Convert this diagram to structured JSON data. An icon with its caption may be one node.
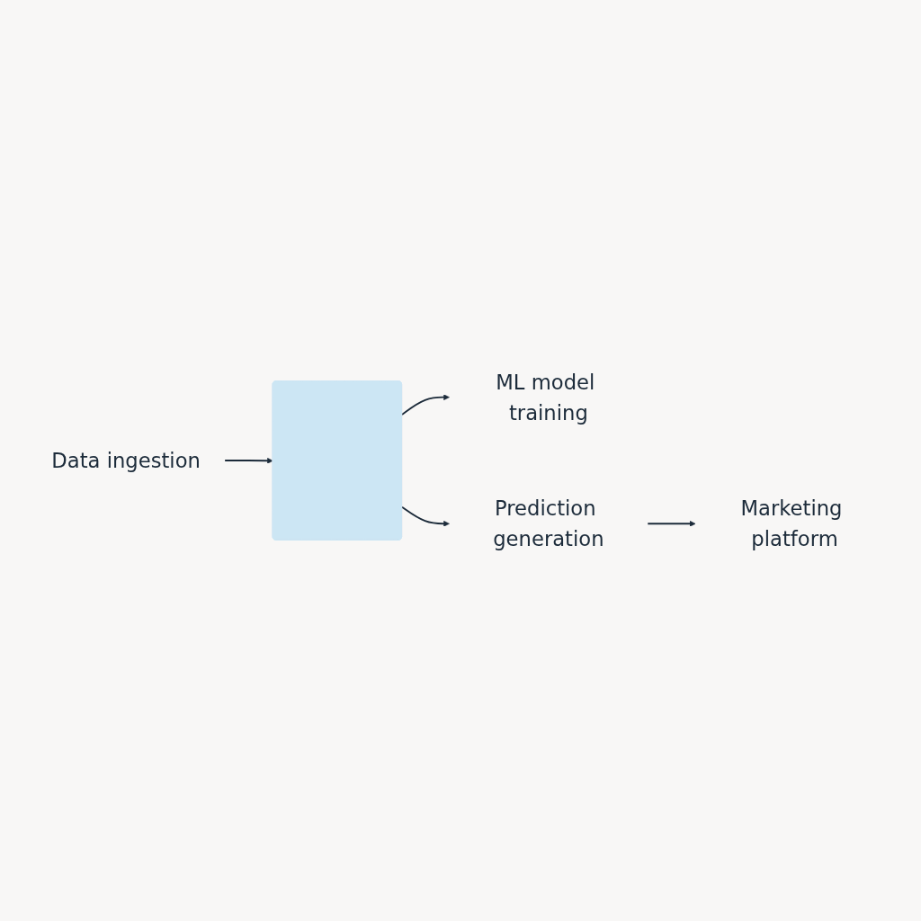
{
  "diagram": {
    "nodes": [
      {
        "text": [
          "Data ingestion"
        ]
      },
      {
        "text": [],
        "shape": "box"
      },
      {
        "text": [
          "ML model training"
        ]
      },
      {
        "text": [
          "Prediction generation"
        ]
      },
      {
        "text": [
          "Marketing platform"
        ]
      }
    ],
    "edges": [
      {
        "from": 0,
        "to": 1,
        "arrow": "to"
      },
      {
        "from": 1,
        "to": 2,
        "arrow": "to"
      },
      {
        "from": 1,
        "to": 3,
        "arrow": "to"
      },
      {
        "from": 3,
        "to": 4,
        "arrow": "to"
      }
    ]
  }
}
